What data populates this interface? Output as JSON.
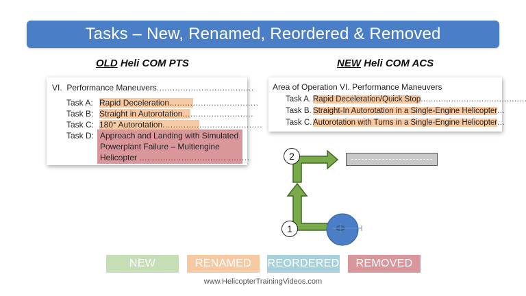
{
  "title": "Tasks – New, Renamed, Reordered & Removed",
  "old_section": {
    "heading_prefix": "OLD",
    "heading_suffix": " Heli COM PTS",
    "area_label": "VI.",
    "area_title": "Performance Maneuvers",
    "tasks": [
      {
        "label": "Task A:",
        "name": "Rapid Deceleration",
        "status": "renamed"
      },
      {
        "label": "Task B:",
        "name": "Straight in Autorotation",
        "status": "renamed"
      },
      {
        "label": "Task C:",
        "name": "180° Autorotation",
        "status": "renamed"
      },
      {
        "label": "Task D:",
        "name_lines": [
          "Approach and Landing with Simulated",
          "Powerplant Failure – Multiengine",
          "Helicopter"
        ],
        "status": "removed"
      }
    ]
  },
  "new_section": {
    "heading_prefix": "NEW",
    "heading_suffix": " Heli COM ACS",
    "area_title": "Area of Operation VI.  Performance Maneuvers",
    "tasks": [
      {
        "label": "Task A.",
        "name": "Rapid Deceleration/Quick Stop",
        "status": "renamed"
      },
      {
        "label": "Task B.",
        "name": "Straight-In Autorotation in a Single-Engine Helicopter",
        "status": "renamed"
      },
      {
        "label": "Task C.",
        "name": "Autorotation with Turns in a Single-Engine Helicopter",
        "status": "renamed"
      }
    ]
  },
  "diagram": {
    "marker_1": "1",
    "marker_2": "2",
    "arrow_color": "#7aab4a",
    "helicopter_color": "#4a7fc7"
  },
  "legend": {
    "new": {
      "label": "NEW",
      "color": "#c6deb5"
    },
    "renamed": {
      "label": "RENAMED",
      "color": "#f7c9a2"
    },
    "reordered": {
      "label": "REORDERED",
      "color": "#a7d2dc"
    },
    "removed": {
      "label": "REMOVED",
      "color": "#d9979b"
    }
  },
  "footer": "www.HelicopterTrainingVideos.com"
}
